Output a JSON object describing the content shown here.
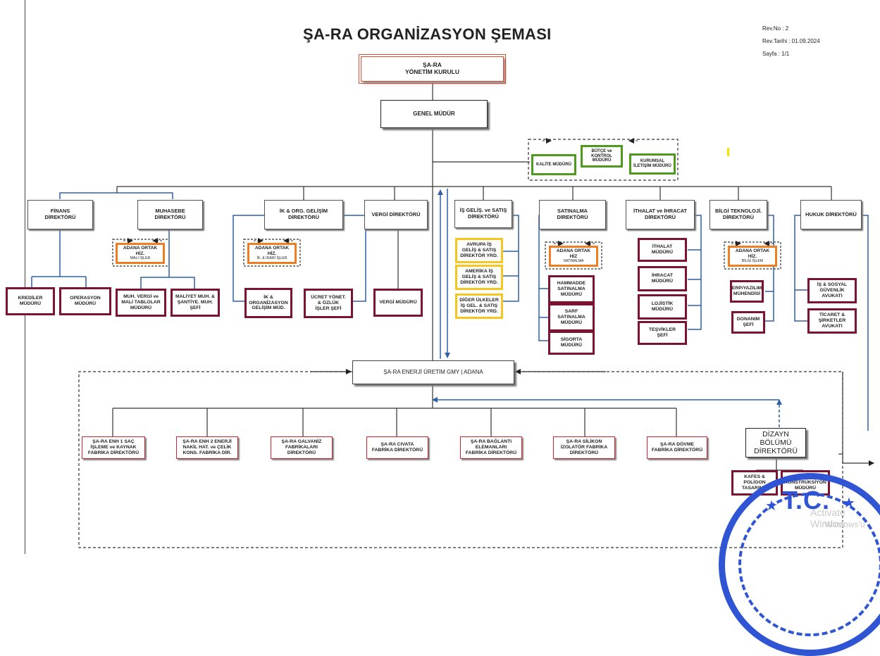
{
  "title": "ŞA-RA ORGANİZASYON ŞEMASI",
  "meta": {
    "rev_no": "Rev.No     : 2",
    "rev_date": "Rev.Tarihi : 01.09.2024",
    "page": "Sayfa        : 1/1"
  },
  "colors": {
    "maroon": "#7a1430",
    "orange": "#ef7d22",
    "green": "#4e9a1f",
    "yellow": "#f3c71f",
    "red": "#d8232f",
    "line_blue": "#2e5fa7",
    "stamp_blue": "#2f55d4"
  },
  "top": {
    "board": "ŞA-RA\nYÖNETİM KURULU",
    "gm": "GENEL MÜDÜR",
    "energy": "ŞA-RA ENERJİ ÜRETİM GMY | ADANA",
    "design": "DİZAYN BÖLÜMÜ\nDİREKTÖRÜ"
  },
  "staff": {
    "kalite": "KALİTE  MÜDÜRÜ",
    "butce": "BÜTÇE ve\nKONTROL\nMÜDÜRÜ",
    "kurumsal": "KURUMSAL\nİLETİŞİM MÜDÜRÜ"
  },
  "directors": {
    "finans": "FİNANS\nDİREKTÖRÜ",
    "muhasebe": "MUHASEBE\nDİREKTÖRÜ",
    "ik": "İK & ORG. GELİŞİM\nDİREKTÖRÜ",
    "vergi": "VERGİ DİREKTÖRÜ",
    "is_gelis": "İŞ GELİŞ. ve SATIŞ\nDİREKTÖRÜ",
    "satinalma": "SATINALMA\nDİREKTÖRÜ",
    "ithalat": "İTHALAT ve İHRACAT\nDİREKTÖRÜ",
    "bilgi": "BİLGİ TEKNOLOJİ.\nDİREKTÖRÜ",
    "hukuk": "HUKUK DİREKTÖRÜ"
  },
  "adana": {
    "mali": {
      "title": "ADANA ORTAK\nHİZ.",
      "sub": "MALİ İŞLER"
    },
    "ik": {
      "title": "ADANA ORTAK\nHİZ.",
      "sub": "İK. & İDARİ İŞLER"
    },
    "satinalma": {
      "title": "ADANA ORTAK\nHİZ",
      "sub": "SATINALMA"
    },
    "bilgi": {
      "title": "ADANA ORTAK\nHİZ.",
      "sub": "BİLGİ İŞLEM"
    }
  },
  "units": {
    "krediler": "KREDİLER\nMÜDÜRÜ",
    "operasyon": "OPERASYON\nMÜDÜRÜ",
    "muh_vergi": "MUH. VERGİ ve\nMALİ TABLOLAR\nMÜDÜRÜ",
    "maliyet": "MALİYET MUH. &\nŞANTİYE. MUH.\nŞEFİ",
    "ik_org": "İK &\nORGANİZASYON\nGELİŞİM MÜD.",
    "ucret": "ÜCRET YÖNET.\n& ÖZLÜK\nİŞLER ŞEFİ",
    "vergi_mud": "VERGİ MÜDÜRÜ",
    "avrupa": "AVRUPA İŞ\nGELİŞ & SATIŞ\nDİREKTÖR YRD.",
    "amerika": "AMERİKA İŞ\nGELİŞ & SATIŞ\nDİREKTÖR YRD.",
    "diger": "DİĞER ÜLKELER\nİŞ GEL. & SATIŞ\nDİREKTÖR YRD.",
    "hammadde": "HAMMADDE\nSATINALMA\nMÜDÜRÜ",
    "sarf": "SARF\nSATINALMA\nMÜDÜRÜ",
    "sigorta": "SİGORTA\nMÜDÜRÜ",
    "ithalat_mud": "İTHALAT\nMÜDÜRÜ",
    "ihracat_mud": "İHRACAT\nMÜDÜRÜ",
    "lojistik": "LOJİSTİK\nMÜDÜRÜ",
    "tesvikler": "TEŞVİKLER\nŞEFİ",
    "erp": "ERP/YAZILIM\nMÜHENDİSİ",
    "donanim": "DONANIM ŞEFİ",
    "sgk": "İŞ & SOSYAL\nGÜVENLİK\nAVUKATI",
    "ticaret": "TİCARET &\nŞİRKETLER\nAVUKATI"
  },
  "factories": {
    "enh1": "ŞA-RA ENH 1 SAÇ\nİŞLEME ve KAYNAK\nFABRİKA DİREKTÖRÜ",
    "enh2": "ŞA-RA ENH 2 ENERJİ\nNAKİL HAT. ve ÇELİK\nKONS. FABRİKA DİR.",
    "galvaniz": "ŞA-RA GALVANİZ\nFABRİKALARI\nDİREKTÖRÜ",
    "civata": "ŞA-RA CIVATA\nFABRİKA DİREKTÖRÜ",
    "baglanti": "ŞA-RA BAĞLANTI\nELEMANLARI\nFABRİKA DİREKTÖRÜ",
    "silikon": "ŞA-RA SİLİKON\nİZOLATÖR FABRİKA\nDİREKTÖRÜ",
    "dovme": "ŞA-RA DÖVME\nFABRİKA DİREKTÖRÜ"
  },
  "design_units": {
    "kafes": "KAFES &\nPOLİGON\nTASARIM...",
    "konstruksiyon": "...\nKONSTRÜKSİYON\nMÜDÜRÜ"
  },
  "stamp": {
    "text": "T.C.",
    "icon": "official-seal"
  },
  "watermark": {
    "line1": "Activate Window",
    "line2": "Windows'u"
  }
}
